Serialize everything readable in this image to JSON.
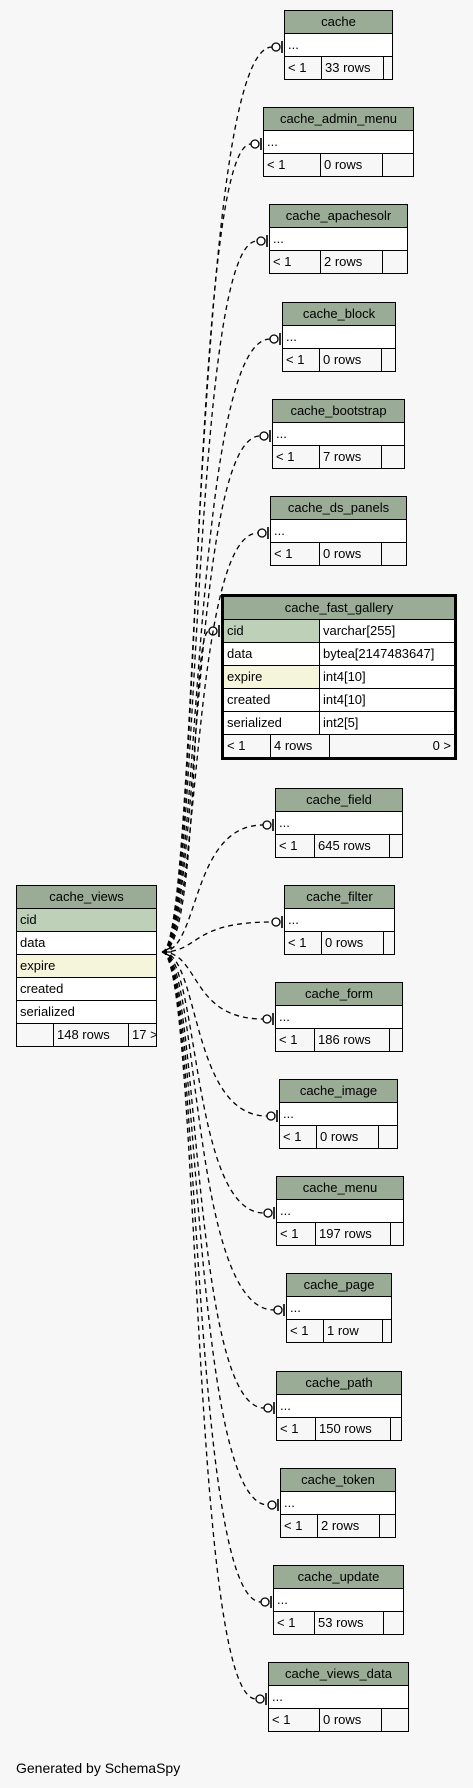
{
  "main_table": {
    "name": "cache_views",
    "columns": [
      {
        "name": "cid",
        "kind": "pk"
      },
      {
        "name": "data",
        "kind": "normal"
      },
      {
        "name": "expire",
        "kind": "idx"
      },
      {
        "name": "created",
        "kind": "normal"
      },
      {
        "name": "serialized",
        "kind": "normal"
      }
    ],
    "footer": [
      "",
      "148 rows",
      "17 >"
    ]
  },
  "focus_table": {
    "name": "cache_fast_gallery",
    "columns": [
      {
        "name": "cid",
        "type": "varchar[255]",
        "kind": "pk"
      },
      {
        "name": "data",
        "type": "bytea[2147483647]",
        "kind": "normal"
      },
      {
        "name": "expire",
        "type": "int4[10]",
        "kind": "idx"
      },
      {
        "name": "created",
        "type": "int4[10]",
        "kind": "normal"
      },
      {
        "name": "serialized",
        "type": "int2[5]",
        "kind": "normal"
      }
    ],
    "footer": [
      "< 1",
      "4 rows",
      "0 >"
    ]
  },
  "related_tables": [
    {
      "name": "cache",
      "row": "...",
      "footer": [
        "< 1",
        "33 rows",
        ""
      ]
    },
    {
      "name": "cache_admin_menu",
      "row": "...",
      "footer": [
        "< 1",
        "0 rows",
        ""
      ]
    },
    {
      "name": "cache_apachesolr",
      "row": "...",
      "footer": [
        "< 1",
        "2 rows",
        ""
      ]
    },
    {
      "name": "cache_block",
      "row": "...",
      "footer": [
        "< 1",
        "0 rows",
        ""
      ]
    },
    {
      "name": "cache_bootstrap",
      "row": "...",
      "footer": [
        "< 1",
        "7 rows",
        ""
      ]
    },
    {
      "name": "cache_ds_panels",
      "row": "...",
      "footer": [
        "< 1",
        "0 rows",
        ""
      ]
    },
    {
      "name": "cache_field",
      "row": "...",
      "footer": [
        "< 1",
        "645 rows",
        ""
      ]
    },
    {
      "name": "cache_filter",
      "row": "...",
      "footer": [
        "< 1",
        "0 rows",
        ""
      ]
    },
    {
      "name": "cache_form",
      "row": "...",
      "footer": [
        "< 1",
        "186 rows",
        ""
      ]
    },
    {
      "name": "cache_image",
      "row": "...",
      "footer": [
        "< 1",
        "0 rows",
        ""
      ]
    },
    {
      "name": "cache_menu",
      "row": "...",
      "footer": [
        "< 1",
        "197 rows",
        ""
      ]
    },
    {
      "name": "cache_page",
      "row": "...",
      "footer": [
        "< 1",
        "1 row",
        ""
      ]
    },
    {
      "name": "cache_path",
      "row": "...",
      "footer": [
        "< 1",
        "150 rows",
        ""
      ]
    },
    {
      "name": "cache_token",
      "row": "...",
      "footer": [
        "< 1",
        "2 rows",
        ""
      ]
    },
    {
      "name": "cache_update",
      "row": "...",
      "footer": [
        "< 1",
        "53 rows",
        ""
      ]
    },
    {
      "name": "cache_views_data",
      "row": "...",
      "footer": [
        "< 1",
        "0 rows",
        ""
      ]
    }
  ],
  "footer": {
    "text": "Generated by SchemaSpy"
  },
  "colors": {
    "background": "#f7f7f7",
    "header": "#9aab96",
    "primary_key": "#bed1b8",
    "indexed": "#f5f5dc"
  }
}
